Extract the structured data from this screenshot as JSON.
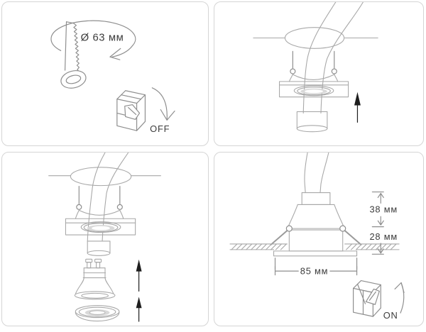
{
  "colors": {
    "background": "#ffffff",
    "panel_border": "#d5d5d5",
    "diagram_line": "#a8a8a8",
    "detail_line": "#8e8e8e",
    "text": "#3c3c3c",
    "arrow": "#1e1e1e"
  },
  "step1": {
    "hole_diameter_label": "Ø 63 мм",
    "switch_label": "OFF"
  },
  "step4": {
    "depth_above_label": "38 мм",
    "depth_below_label": "28 мм",
    "width_label": "85 мм",
    "switch_label": "ON"
  }
}
